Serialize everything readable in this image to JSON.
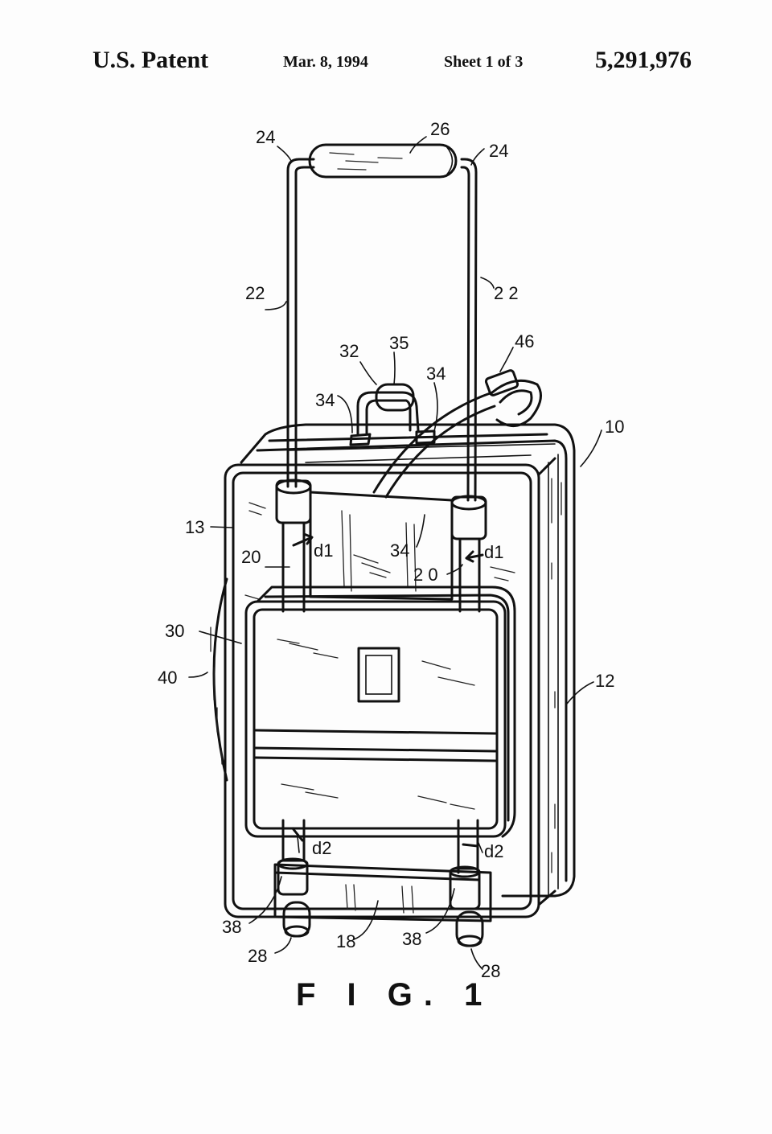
{
  "header": {
    "title": "U.S. Patent",
    "date": "Mar. 8, 1994",
    "sheet": "Sheet 1 of 3",
    "patent_number": "5,291,976"
  },
  "figure": {
    "caption": "F I G. 1",
    "reference_numerals": {
      "r26": "26",
      "r24_left": "24",
      "r24_right": "24",
      "r22_left": "22",
      "r22_right": "2 2",
      "r32": "32",
      "r35": "35",
      "r34_left": "34",
      "r34_top": "34",
      "r46": "46",
      "r10": "10",
      "r13": "13",
      "r20_left": "20",
      "r20_right": "2 0",
      "r34_mid": "34",
      "d1_left": "d1",
      "d1_right": "d1",
      "r30": "30",
      "r40": "40",
      "r12": "12",
      "d2_left": "d2",
      "d2_right": "d2",
      "r38_left": "38",
      "r38_right": "38",
      "r18": "18",
      "r28_left": "28",
      "r28_right": "28"
    }
  }
}
